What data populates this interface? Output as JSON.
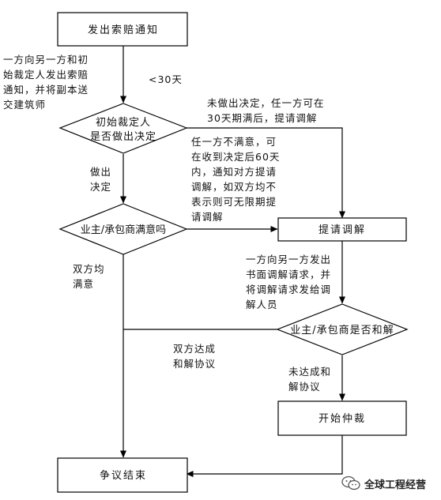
{
  "nodes": {
    "notify": "发出索赔通知",
    "initial_decision": [
      "初始裁定人",
      "是否做出决定"
    ],
    "satisfied": "业主/承包商满意吗",
    "mediation": "提请调解",
    "agreement": "业主/承包商是否和解",
    "arbitration": "开始仲裁",
    "end": "争议结束"
  },
  "labels": {
    "send_notice": [
      "一方向另一方和初",
      "始裁定人发出索赔",
      "通知，并将副本送",
      "交建筑师"
    ],
    "days_30": "<30天",
    "no_decision": [
      "未做出决定，任一方可在",
      "30天期满后，提请调解"
    ],
    "decided": [
      "做出",
      "决定"
    ],
    "unsatisfied": [
      "任一方不满意，可",
      "在收到决定后60天",
      "内，通知对方提请",
      "调解，如双方均不",
      "表示则可无限期提",
      "请调解"
    ],
    "both_satisfied": [
      "双方均",
      "满意"
    ],
    "mediation_request": [
      "一方向另一方发出",
      "书面调解请求，并",
      "将调解请求发给调",
      "解人员"
    ],
    "agreement_reached": [
      "双方达成",
      "和解协议"
    ],
    "no_agreement": [
      "未达成和",
      "解协议"
    ]
  },
  "watermark": {
    "text": "全球工程经营",
    "icon": "wechat-icon"
  },
  "colors": {
    "line": "#000000",
    "fill": "#ffffff"
  }
}
